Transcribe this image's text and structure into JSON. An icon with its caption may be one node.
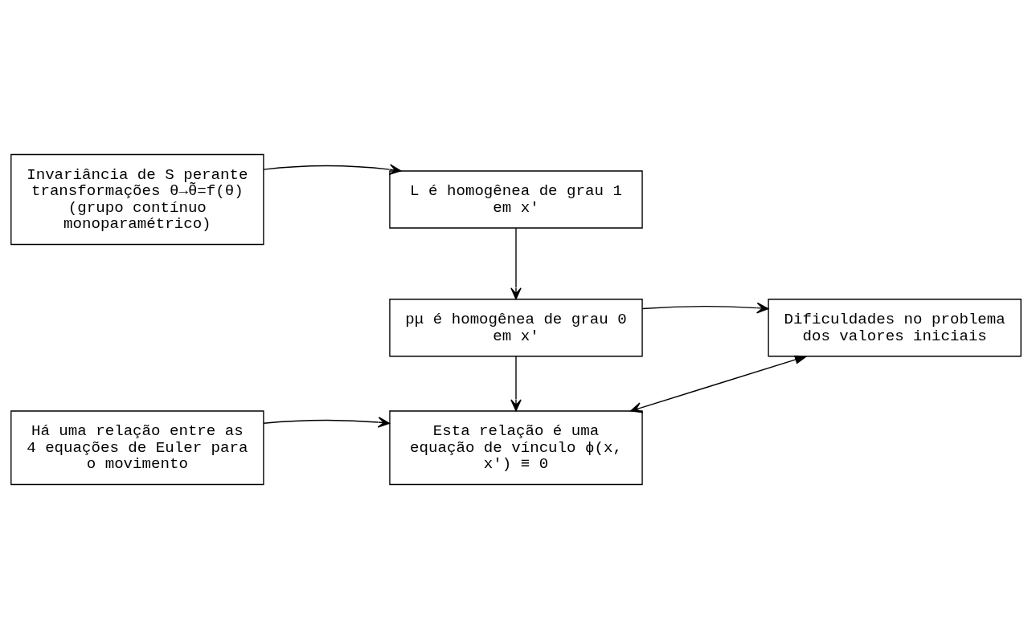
{
  "diagram": {
    "nodes": [
      {
        "text": [
          "Invariância de S perante transformações θ→θ̃=f(θ) (grupo contínuo monoparamétrico)"
        ]
      },
      {
        "text": [
          "L é homogênea de grau 1 em x'"
        ]
      },
      {
        "text": [
          "pμ é homogênea de grau 0 em x'"
        ]
      },
      {
        "text": [
          "Dificuldades no problema dos valores iniciais"
        ]
      },
      {
        "text": [
          "Há uma relação entre as 4 equações de Euler para o movimento"
        ]
      },
      {
        "text": [
          "Esta relação é uma equação de vínculo ϕ(x, x') ≡ 0"
        ]
      }
    ],
    "edges": [
      {
        "from": 0,
        "to": 1,
        "arrow": "to"
      },
      {
        "from": 1,
        "to": 2,
        "arrow": "to"
      },
      {
        "from": 2,
        "to": 3,
        "arrow": "to"
      },
      {
        "from": 2,
        "to": 5,
        "arrow": "to"
      },
      {
        "from": 3,
        "to": 5,
        "arrow": "both"
      },
      {
        "from": 4,
        "to": 5,
        "arrow": "to"
      }
    ]
  }
}
